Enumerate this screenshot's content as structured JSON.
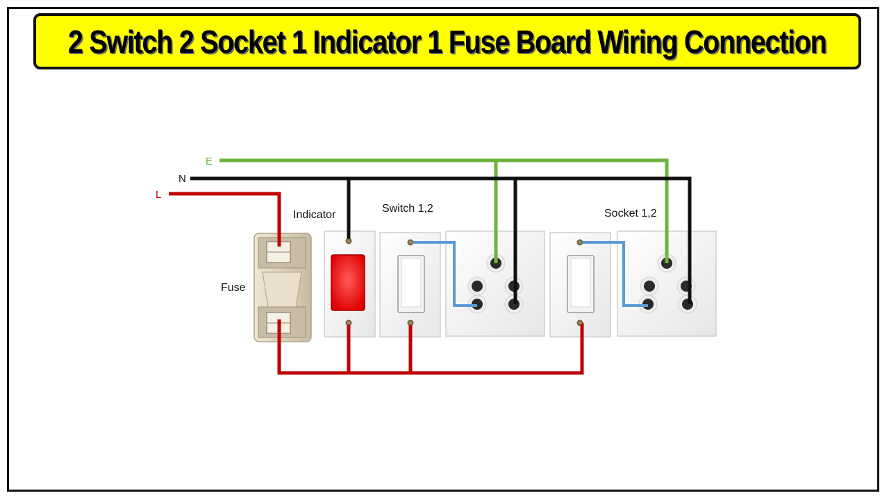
{
  "title": "2 Switch 2 Socket 1 Indicator 1 Fuse Board Wiring Connection",
  "wires": {
    "earth_label": "E",
    "neutral_label": "N",
    "live_label": "L"
  },
  "components": {
    "fuse_label": "Fuse",
    "indicator_label": "Indicator",
    "switch_label": "Switch 1,2",
    "socket_label": "Socket 1,2"
  },
  "colors": {
    "earth": "#6db33f",
    "neutral": "#111111",
    "live": "#c00000",
    "switch_link": "#5b9bd5",
    "indicator_lamp": "#ff1a1a",
    "title_background": "#ffff00"
  }
}
